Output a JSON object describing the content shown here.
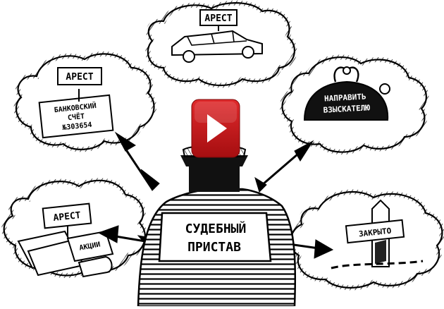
{
  "illustration": {
    "car_sign": "АРЕСТ",
    "bank_sign": "АРЕСТ",
    "bank_doc_line1": "БАНКОВСКИЙ",
    "bank_doc_line2": "СЧЁТ",
    "bank_doc_line3": "№303654",
    "wallet_line1": "НАПРАВИТЬ",
    "wallet_line2": "ВЗЫСКАТЕЛЮ",
    "papers_sign": "АРЕСТ",
    "shares_label": "АКЦИИ",
    "closed_sign": "ЗАКРЫТО",
    "back_line1": "СУДЕБНЫЙ",
    "back_line2": "ПРИСТАВ"
  },
  "play_button": {
    "icon": "play-icon",
    "color": "#c8181a"
  }
}
